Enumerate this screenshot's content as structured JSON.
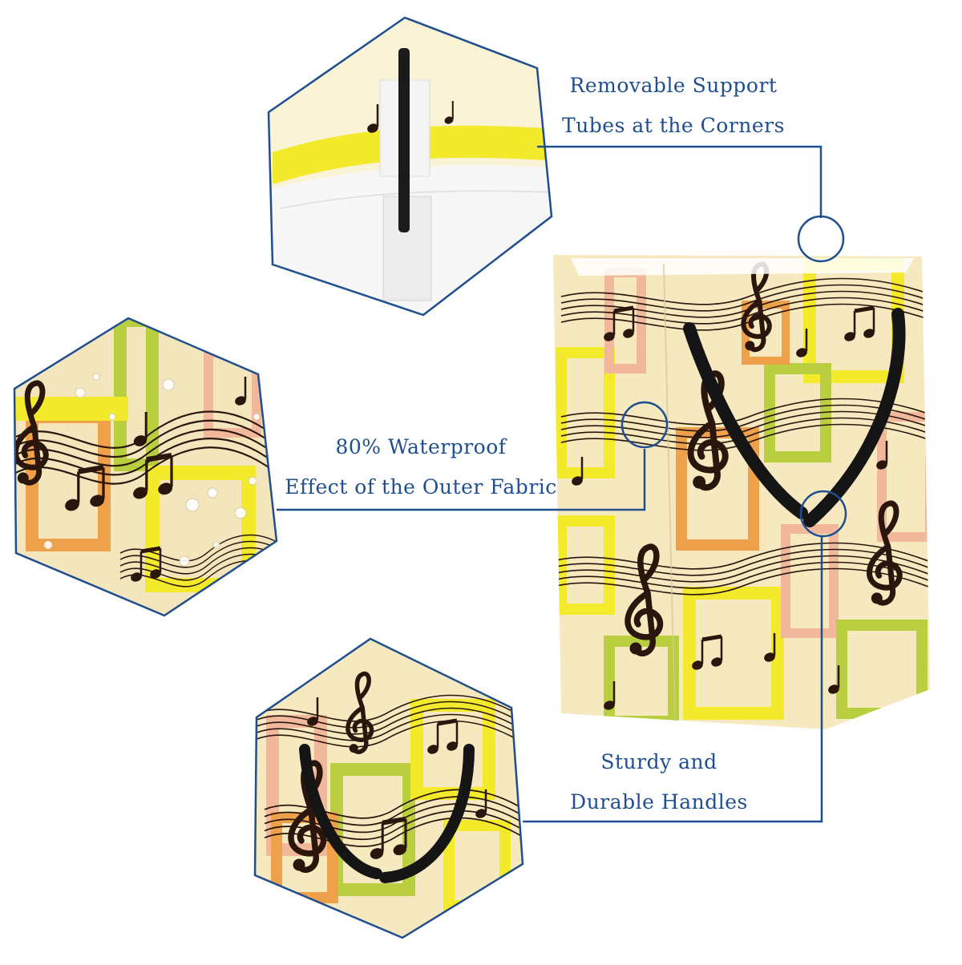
{
  "callouts": {
    "support_tubes": {
      "line1": "Removable Support",
      "line2": "Tubes at the Corners"
    },
    "waterproof": {
      "line1": "80% Waterproof",
      "line2": "Effect of the Outer Fabric"
    },
    "handles": {
      "line1": "Sturdy and",
      "line2": "Durable Handles"
    }
  },
  "colors": {
    "accent_line": "#1f4f8f",
    "fabric_base": "#f6e9bf",
    "stripe_yellow": "#f2ea2a",
    "stripe_green": "#b9cf3f",
    "stripe_orange": "#eea14a",
    "stripe_pink": "#f2b89b",
    "notes": "#2a160c",
    "handle": "#151515"
  },
  "icons": [
    "treble-clef-icon",
    "eighth-note-icon",
    "beamed-notes-icon"
  ]
}
